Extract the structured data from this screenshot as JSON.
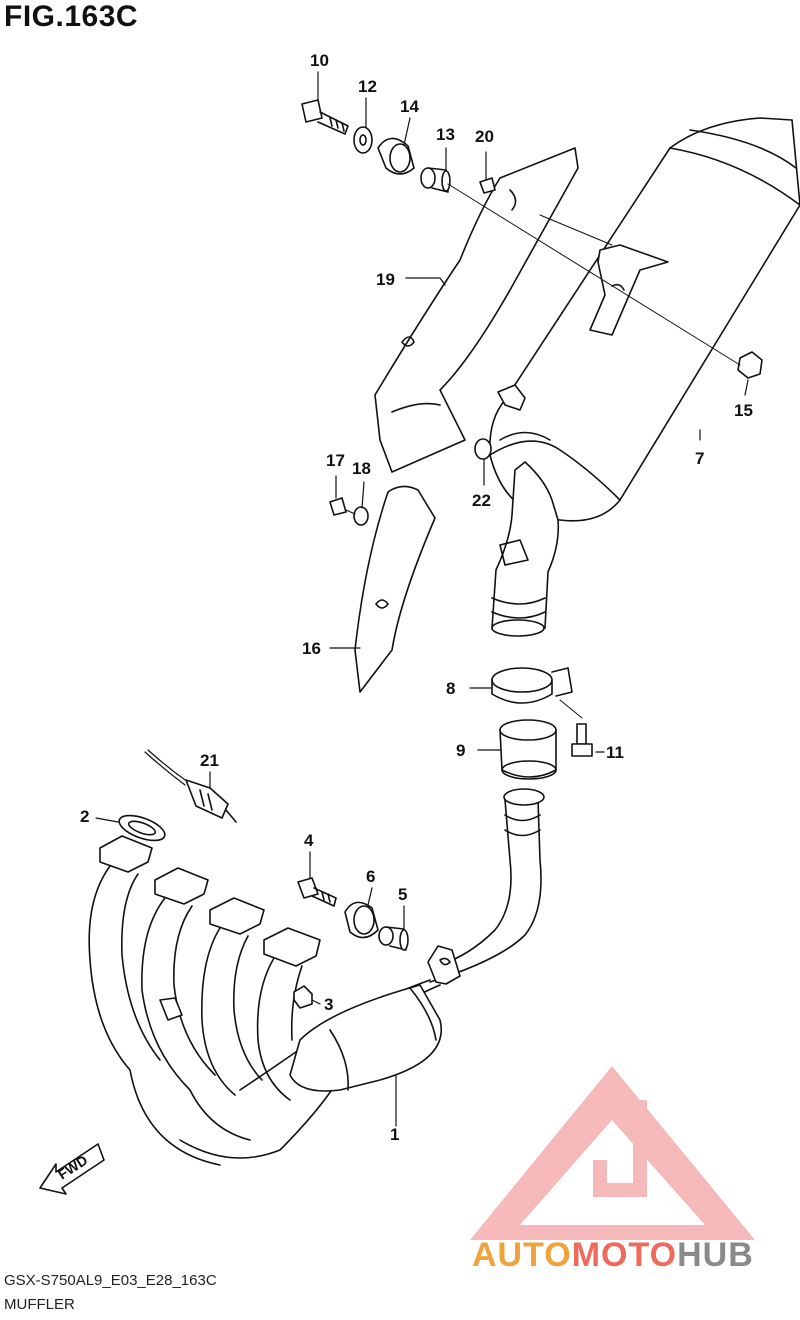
{
  "figure": {
    "title": "FIG.163C",
    "code": "GSX-S750AL9_E03_E28_163C",
    "section": "MUFFLER"
  },
  "watermark": {
    "part1": "AUTO",
    "part2": "MOTO",
    "part3": "HUB",
    "colors": {
      "auto": "#f2a23a",
      "moto": "#ef6a5a",
      "hub": "#8a8a8a",
      "triangle": "#f08080"
    }
  },
  "fwd_label": "FWD",
  "callouts": {
    "c1": "1",
    "c2": "2",
    "c3": "3",
    "c4": "4",
    "c5": "5",
    "c6": "6",
    "c7": "7",
    "c8": "8",
    "c9": "9",
    "c10": "10",
    "c11": "11",
    "c12": "12",
    "c13": "13",
    "c14": "14",
    "c15": "15",
    "c16": "16",
    "c17": "17",
    "c18": "18",
    "c19": "19",
    "c20": "20",
    "c21": "21",
    "c22": "22"
  }
}
